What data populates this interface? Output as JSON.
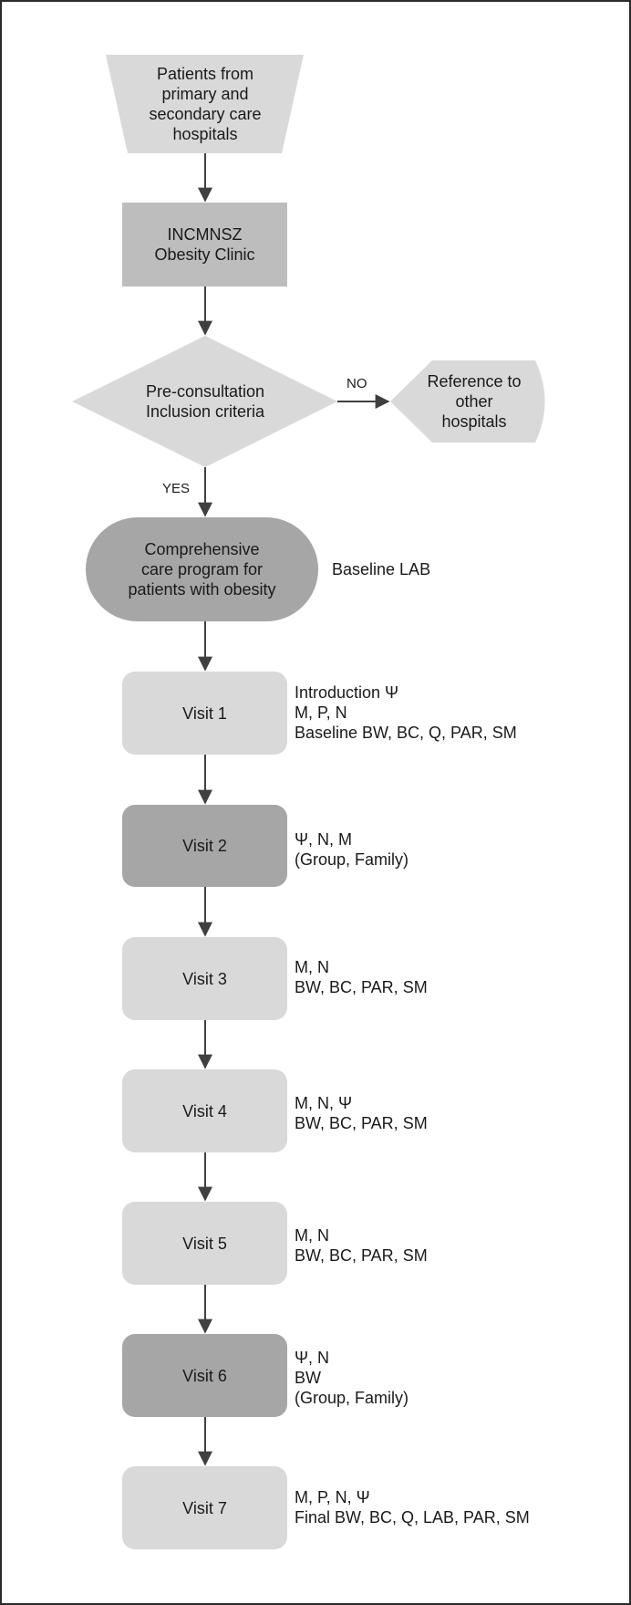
{
  "colors": {
    "light": "#d9d9d9",
    "mid": "#bdbdbd",
    "dark": "#a6a6a6",
    "arrow": "#404040",
    "frame": "#2b2b2b"
  },
  "nodes": {
    "source": {
      "lines": [
        "Patients from",
        "primary and",
        "secondary care",
        "hospitals"
      ]
    },
    "clinic": {
      "lines": [
        "INCMNSZ",
        "Obesity Clinic"
      ]
    },
    "decision": {
      "lines": [
        "Pre-consultation",
        "Inclusion criteria"
      ]
    },
    "reference": {
      "lines": [
        "Reference to",
        "other",
        "hospitals"
      ]
    },
    "program": {
      "lines": [
        "Comprehensive",
        "care program for",
        "patients with obesity"
      ]
    }
  },
  "edge_labels": {
    "no": "NO",
    "yes": "YES"
  },
  "baseline_note": "Baseline LAB",
  "visits": [
    {
      "label": "Visit 1",
      "notes": [
        "Introduction Ψ",
        "M, P, N",
        "Baseline BW, BC, Q, PAR, SM"
      ]
    },
    {
      "label": "Visit 2",
      "notes": [
        "Ψ, N, M",
        "(Group, Family)"
      ]
    },
    {
      "label": "Visit 3",
      "notes": [
        "M, N",
        "BW, BC, PAR, SM"
      ]
    },
    {
      "label": "Visit 4",
      "notes": [
        "M, N, Ψ",
        "BW, BC, PAR, SM"
      ]
    },
    {
      "label": "Visit 5",
      "notes": [
        "M, N",
        "BW, BC, PAR, SM"
      ]
    },
    {
      "label": "Visit 6",
      "notes": [
        "Ψ, N",
        "BW",
        "(Group, Family)"
      ]
    },
    {
      "label": "Visit 7",
      "notes": [
        "M, P, N, Ψ",
        "Final BW, BC, Q, LAB, PAR, SM"
      ]
    }
  ]
}
